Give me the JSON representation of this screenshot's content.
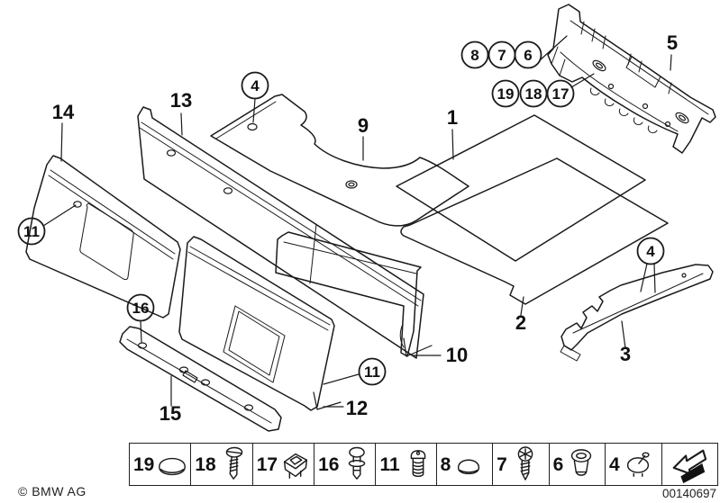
{
  "diagram": {
    "description": "Trunk trim panel parts diagram",
    "callouts": {
      "plain": {
        "part1": "1",
        "part2": "2",
        "part3": "3",
        "part5": "5",
        "part9": "9",
        "part10": "10",
        "part12": "12",
        "part13": "13",
        "part14": "14",
        "part15": "15"
      },
      "circled": {
        "top4": "4",
        "r8": "8",
        "r7": "7",
        "r6": "6",
        "r19": "19",
        "r18": "18",
        "r17": "17",
        "left11": "11",
        "mid16": "16",
        "mid11": "11",
        "right4": "4"
      }
    }
  },
  "legend": {
    "items": [
      {
        "label": "19",
        "icon": "cap-plug"
      },
      {
        "label": "18",
        "icon": "slotted-screw"
      },
      {
        "label": "17",
        "icon": "expansion-nut"
      },
      {
        "label": "16",
        "icon": "plastic-rivet"
      },
      {
        "label": "11",
        "icon": "screw-rivet"
      },
      {
        "label": "8",
        "icon": "dome-cap"
      },
      {
        "label": "7",
        "icon": "phillips-screw"
      },
      {
        "label": "6",
        "icon": "grommet"
      },
      {
        "label": "4",
        "icon": "cover-cap"
      },
      {
        "label": "",
        "icon": "continuation-arrow"
      }
    ]
  },
  "footer": {
    "copyright": "© BMW AG",
    "document_number": "00140697"
  }
}
